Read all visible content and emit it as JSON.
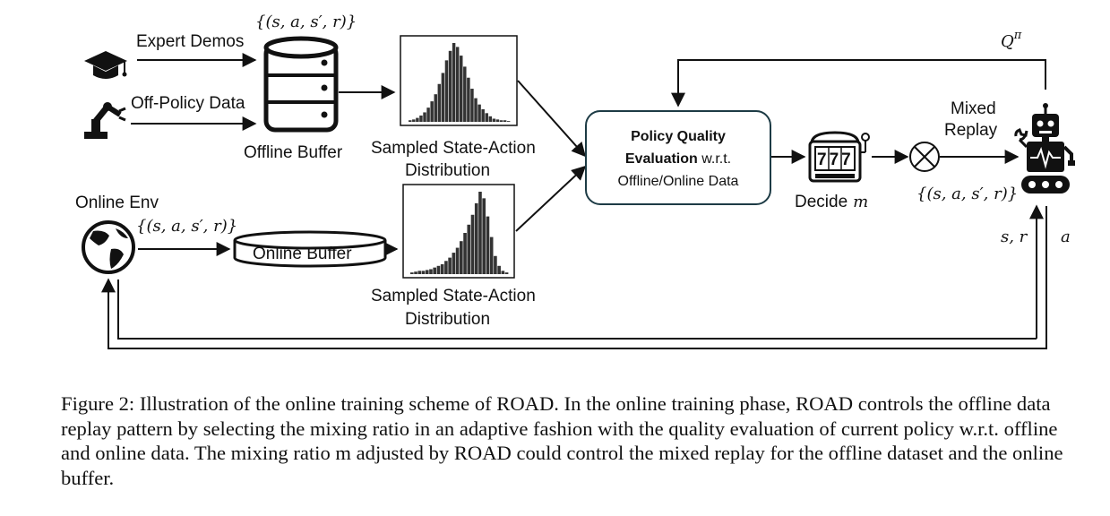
{
  "diagram": {
    "expert_demos": "Expert Demos",
    "off_policy_data": "Off-Policy Data",
    "tuple_offline": "{(s, a, s′, r)}",
    "offline_buffer": "Offline Buffer",
    "sampled_top_line1": "Sampled State-Action",
    "sampled_top_line2": "Distribution",
    "online_env": "Online Env",
    "tuple_online": "{(s, a, s′, r)}",
    "online_buffer": "Online Buffer",
    "sampled_bottom_line1": "Sampled State-Action",
    "sampled_bottom_line2": "Distribution",
    "pqe_line1": "Policy Quality",
    "pqe_line2_bold": "Evaluation",
    "pqe_line2_rest": " w.r.t.",
    "pqe_line3": "Offline/Online Data",
    "decide_m": "Decide",
    "decide_var": "m",
    "slot_digits": "777",
    "mixed_line1": "Mixed",
    "mixed_line2": "Replay",
    "tuple_mixed": "{(s, a, s′, r)}",
    "q_pi": "Qπ",
    "s_r": "s, r",
    "a": "a",
    "icons": [
      "graduation-cap-icon",
      "robot-arm-icon",
      "database-icon",
      "globe-icon",
      "slot-machine-icon",
      "mixer-icon",
      "robot-icon"
    ]
  },
  "caption": {
    "text": "Figure 2: Illustration of the online training scheme of ROAD. In the online training phase, ROAD controls the offline data replay pattern by selecting the mixing ratio in an adaptive fashion with the quality evaluation of current policy w.r.t. offline and online data. The mixing ratio m adjusted by ROAD could control the mixed replay for the offline dataset and the online buffer."
  },
  "histograms": {
    "top": [
      2,
      3,
      5,
      8,
      12,
      18,
      26,
      35,
      48,
      62,
      78,
      90,
      100,
      95,
      84,
      70,
      56,
      42,
      30,
      22,
      16,
      11,
      7,
      4,
      3,
      2,
      2,
      1
    ],
    "bottom": [
      2,
      3,
      4,
      4,
      5,
      6,
      8,
      10,
      12,
      16,
      20,
      26,
      32,
      40,
      50,
      60,
      72,
      86,
      100,
      92,
      70,
      45,
      22,
      10,
      4,
      2
    ]
  }
}
